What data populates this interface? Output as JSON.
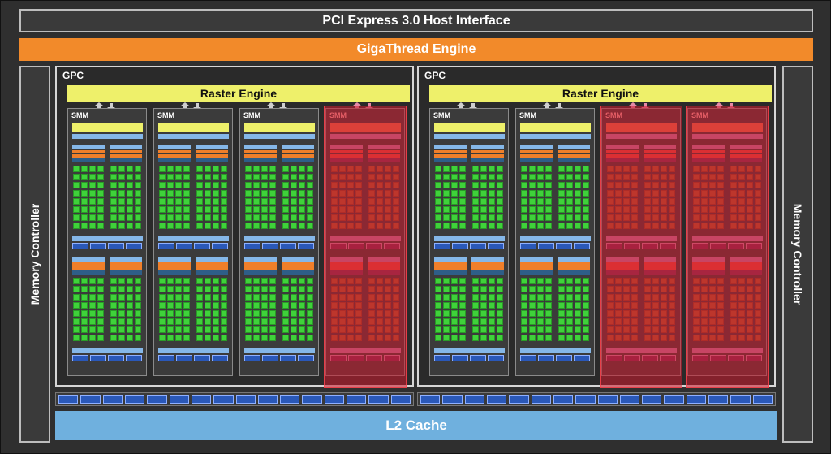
{
  "pcie": {
    "label": "PCI Express 3.0 Host Interface"
  },
  "gigathread": {
    "label": "GigaThread Engine"
  },
  "memory_controller_label": "Memory Controller",
  "l2_cache": {
    "label": "L2 Cache"
  },
  "gpcs": [
    {
      "label": "GPC",
      "raster_label": "Raster Engine",
      "smms": [
        {
          "label": "SMM",
          "disabled": false
        },
        {
          "label": "SMM",
          "disabled": false
        },
        {
          "label": "SMM",
          "disabled": false
        },
        {
          "label": "SMM",
          "disabled": true
        }
      ]
    },
    {
      "label": "GPC",
      "raster_label": "Raster Engine",
      "smms": [
        {
          "label": "SMM",
          "disabled": false
        },
        {
          "label": "SMM",
          "disabled": false
        },
        {
          "label": "SMM",
          "disabled": true
        },
        {
          "label": "SMM",
          "disabled": true
        }
      ]
    }
  ],
  "colors": {
    "background": "#2f2f2f",
    "gigathread": "#f28a2a",
    "raster_engine": "#eef06a",
    "l2_cache": "#6fb0de",
    "cuda_core": "#3fd23a",
    "disabled_highlight": "#cd192d",
    "memory_block": "#2a58b8"
  }
}
